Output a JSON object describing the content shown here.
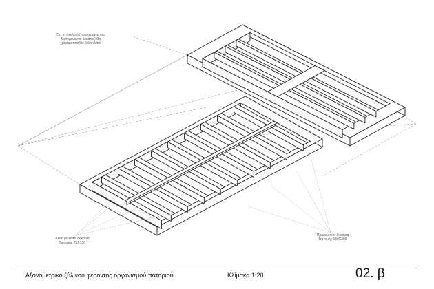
{
  "notes": {
    "top": [
      "Για το σκελετό (πρωτεύοντα και",
      "δευτερεύοντα δοκάρια) θα",
      "χρησιμοποιηθεί ξύλο ελάτο"
    ],
    "secondary_beams": [
      "Δευτερεύοντα δοκάρια",
      "διατομής 75Χ150"
    ],
    "primary_beams": [
      "Πρωτεύοντα δοκάρια",
      "διατομής 150Χ300"
    ]
  },
  "title_block": {
    "drawing_title": "Αξονομετρικό ξύλινου φέροντος οργανισμού παταριού",
    "scale": "Κλίμακα 1:20",
    "sheet_number": "02. β"
  },
  "colors": {
    "line": "#222222",
    "construction": "#888888",
    "leader": "#999999"
  }
}
